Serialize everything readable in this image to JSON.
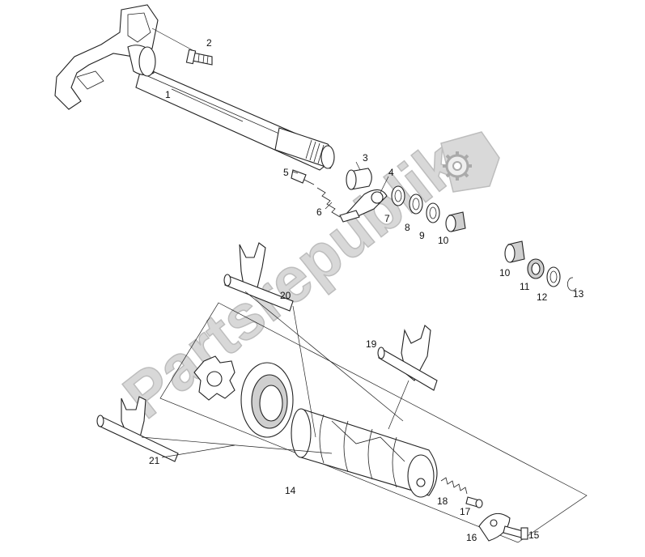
{
  "watermark": {
    "text": "Partsrepublik"
  },
  "callouts": [
    {
      "id": "1",
      "text": "1"
    },
    {
      "id": "2",
      "text": "2"
    },
    {
      "id": "3",
      "text": "3"
    },
    {
      "id": "4",
      "text": "4"
    },
    {
      "id": "5",
      "text": "5"
    },
    {
      "id": "6",
      "text": "6"
    },
    {
      "id": "7",
      "text": "7"
    },
    {
      "id": "8",
      "text": "8"
    },
    {
      "id": "9",
      "text": "9"
    },
    {
      "id": "10a",
      "text": "10"
    },
    {
      "id": "10b",
      "text": "10"
    },
    {
      "id": "11",
      "text": "11"
    },
    {
      "id": "12",
      "text": "12"
    },
    {
      "id": "13",
      "text": "13"
    },
    {
      "id": "14",
      "text": "14"
    },
    {
      "id": "15",
      "text": "15"
    },
    {
      "id": "16",
      "text": "16"
    },
    {
      "id": "17",
      "text": "17"
    },
    {
      "id": "18",
      "text": "18"
    },
    {
      "id": "19",
      "text": "19"
    },
    {
      "id": "20",
      "text": "20"
    },
    {
      "id": "21",
      "text": "21"
    }
  ],
  "icons": {
    "watermark_logo": "gear-icon"
  },
  "colors": {
    "line": "#222222",
    "watermark": "#d8d8d8",
    "background": "#ffffff"
  }
}
